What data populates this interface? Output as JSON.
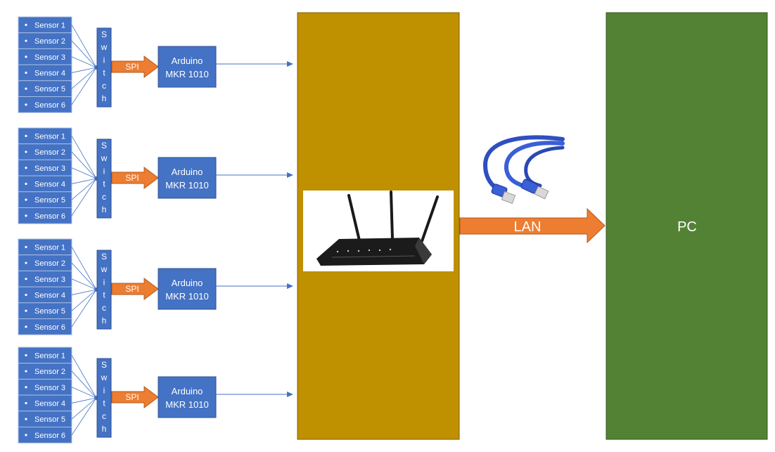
{
  "colors": {
    "sensor_fill": "#4472c4",
    "sensor_border": "#a9bde3",
    "arrow_orange": "#ed7d31",
    "router_panel": "#bf9000",
    "pc_panel": "#548235",
    "connector_blue": "#4472c4",
    "cable_blue": "#2f4fc0"
  },
  "sensors": [
    "Sensor 1",
    "Sensor 2",
    "Sensor 3",
    "Sensor 4",
    "Sensor 5",
    "Sensor 6"
  ],
  "switch_label": [
    "S",
    "w",
    "i",
    "t",
    "c",
    "h"
  ],
  "spi_label": "SPI",
  "arduino": {
    "line1": "Arduino",
    "line2": "MKR 1010"
  },
  "lan_label": "LAN",
  "pc_label": "PC",
  "icons": {
    "router": "wifi-router-icon",
    "cable": "ethernet-cable-icon"
  }
}
